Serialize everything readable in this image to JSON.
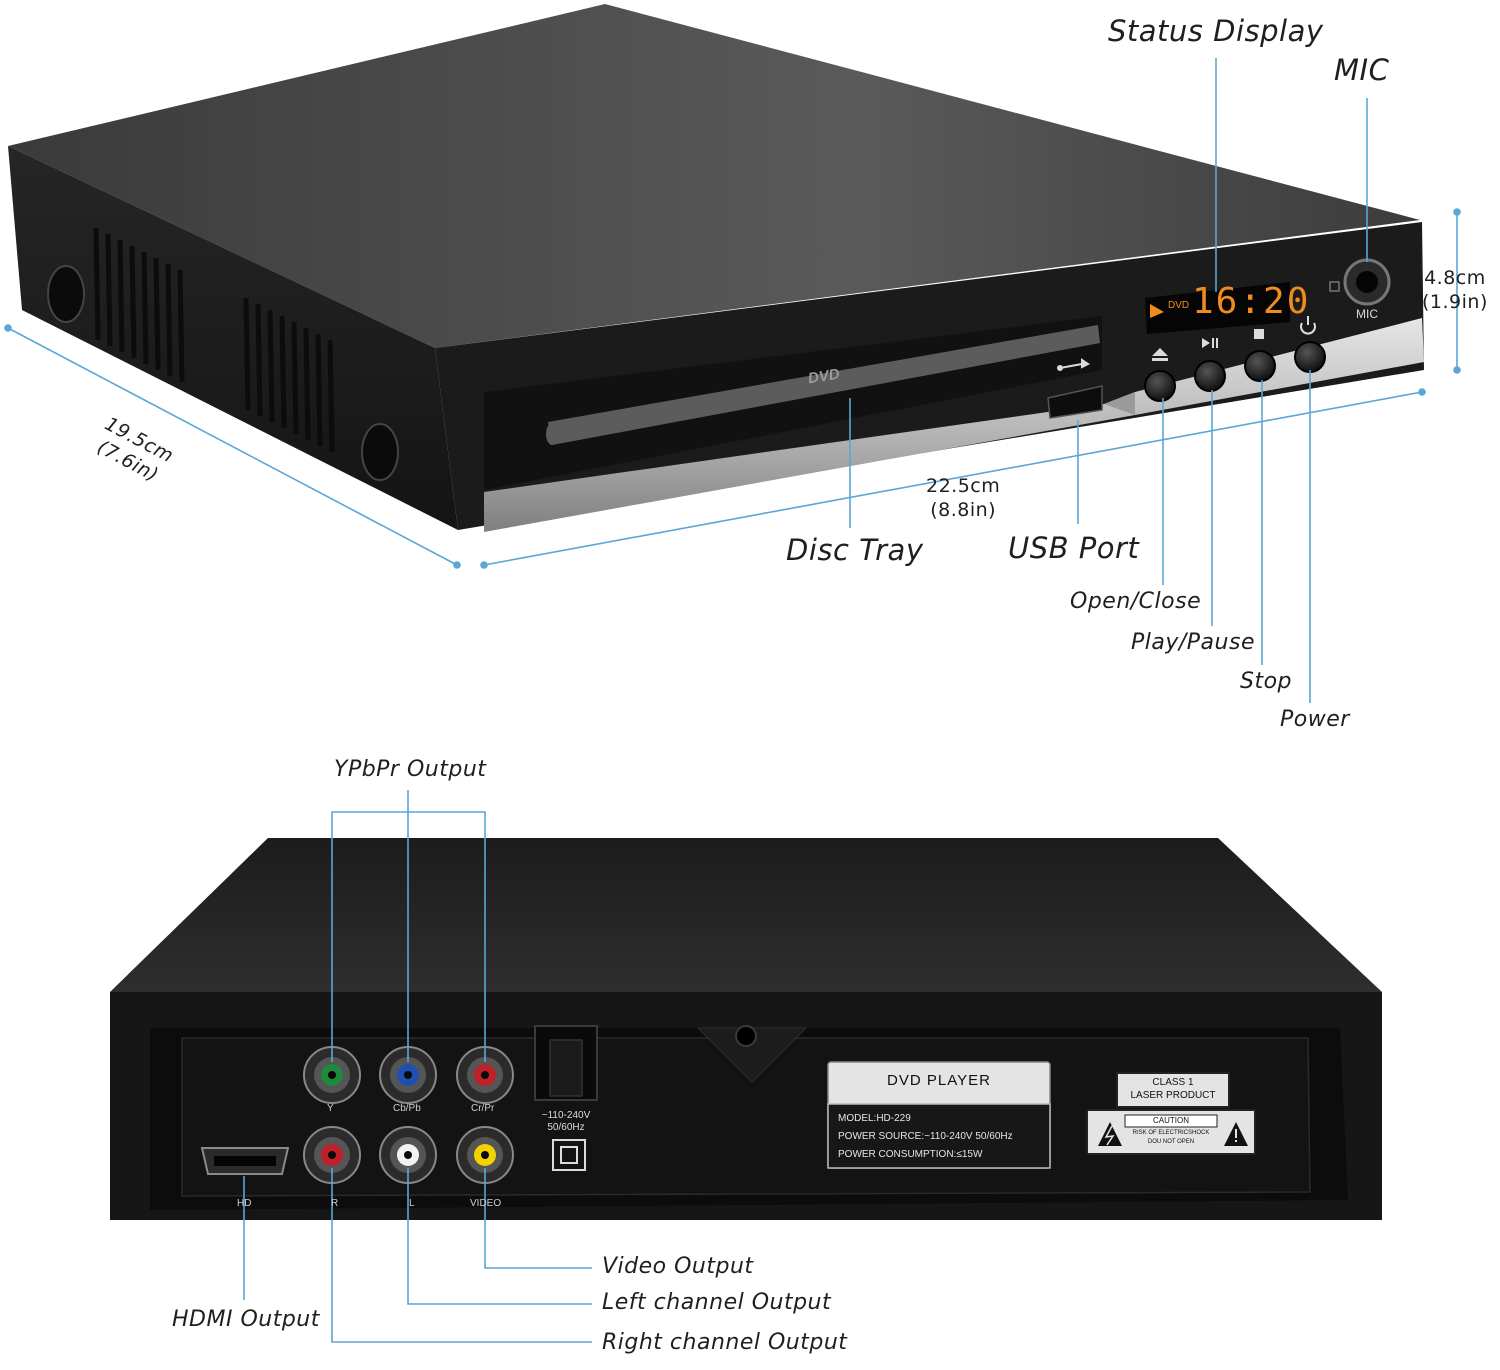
{
  "front": {
    "callouts": {
      "status_display": "Status Display",
      "mic": "MIC",
      "disc_tray": "Disc Tray",
      "usb_port": "USB Port",
      "open_close": "Open/Close",
      "play_pause": "Play/Pause",
      "stop": "Stop",
      "power": "Power"
    },
    "dimensions": {
      "depth_cm": "19.5cm",
      "depth_in": "(7.6in)",
      "width_cm": "22.5cm",
      "width_in": "(8.8in)",
      "height_cm": "4.8cm",
      "height_in": "(1.9in)"
    },
    "panel": {
      "brand": "DVD",
      "display_tag": "DVD",
      "display_time": "16:20",
      "mic_label": "MIC"
    },
    "colors": {
      "body": "#2b2b2b",
      "display_digits": "#f08c1e",
      "callout_line": "#5aa6d6"
    },
    "icons": [
      "eject-icon",
      "play-pause-icon",
      "stop-icon",
      "power-icon",
      "usb-icon"
    ]
  },
  "back": {
    "callouts": {
      "ypbpr": "YPbPr Output",
      "video": "Video Output",
      "left": "Left channel Output",
      "hdmi": "HDMI Output",
      "right": "Right channel Output"
    },
    "jack_labels": {
      "y": "Y",
      "cb": "Cb/Pb",
      "cr": "Cr/Pr",
      "r": "R",
      "l": "L",
      "video": "VIDEO",
      "hd": "HD"
    },
    "power_rating": {
      "line1": "~110-240V",
      "line2": "50/60Hz"
    },
    "nameplate": {
      "title": "DVD PLAYER",
      "model": "MODEL:HD-229",
      "power_source": "POWER SOURCE:~110-240V 50/60Hz",
      "power_consumption": "POWER CONSUMPTION:≤15W"
    },
    "laser": {
      "class": "CLASS 1",
      "product": "LASER PRODUCT",
      "caution": "CAUTION",
      "warning1": "RISK OF ELECTRICSHOCK",
      "warning2": "DOU NOT OPEN"
    },
    "colors": {
      "jack_green": "#1e8a3c",
      "jack_blue": "#1f4fb0",
      "jack_red": "#c0202a",
      "jack_white": "#f2f2f2",
      "jack_yellow": "#f2d200"
    }
  }
}
